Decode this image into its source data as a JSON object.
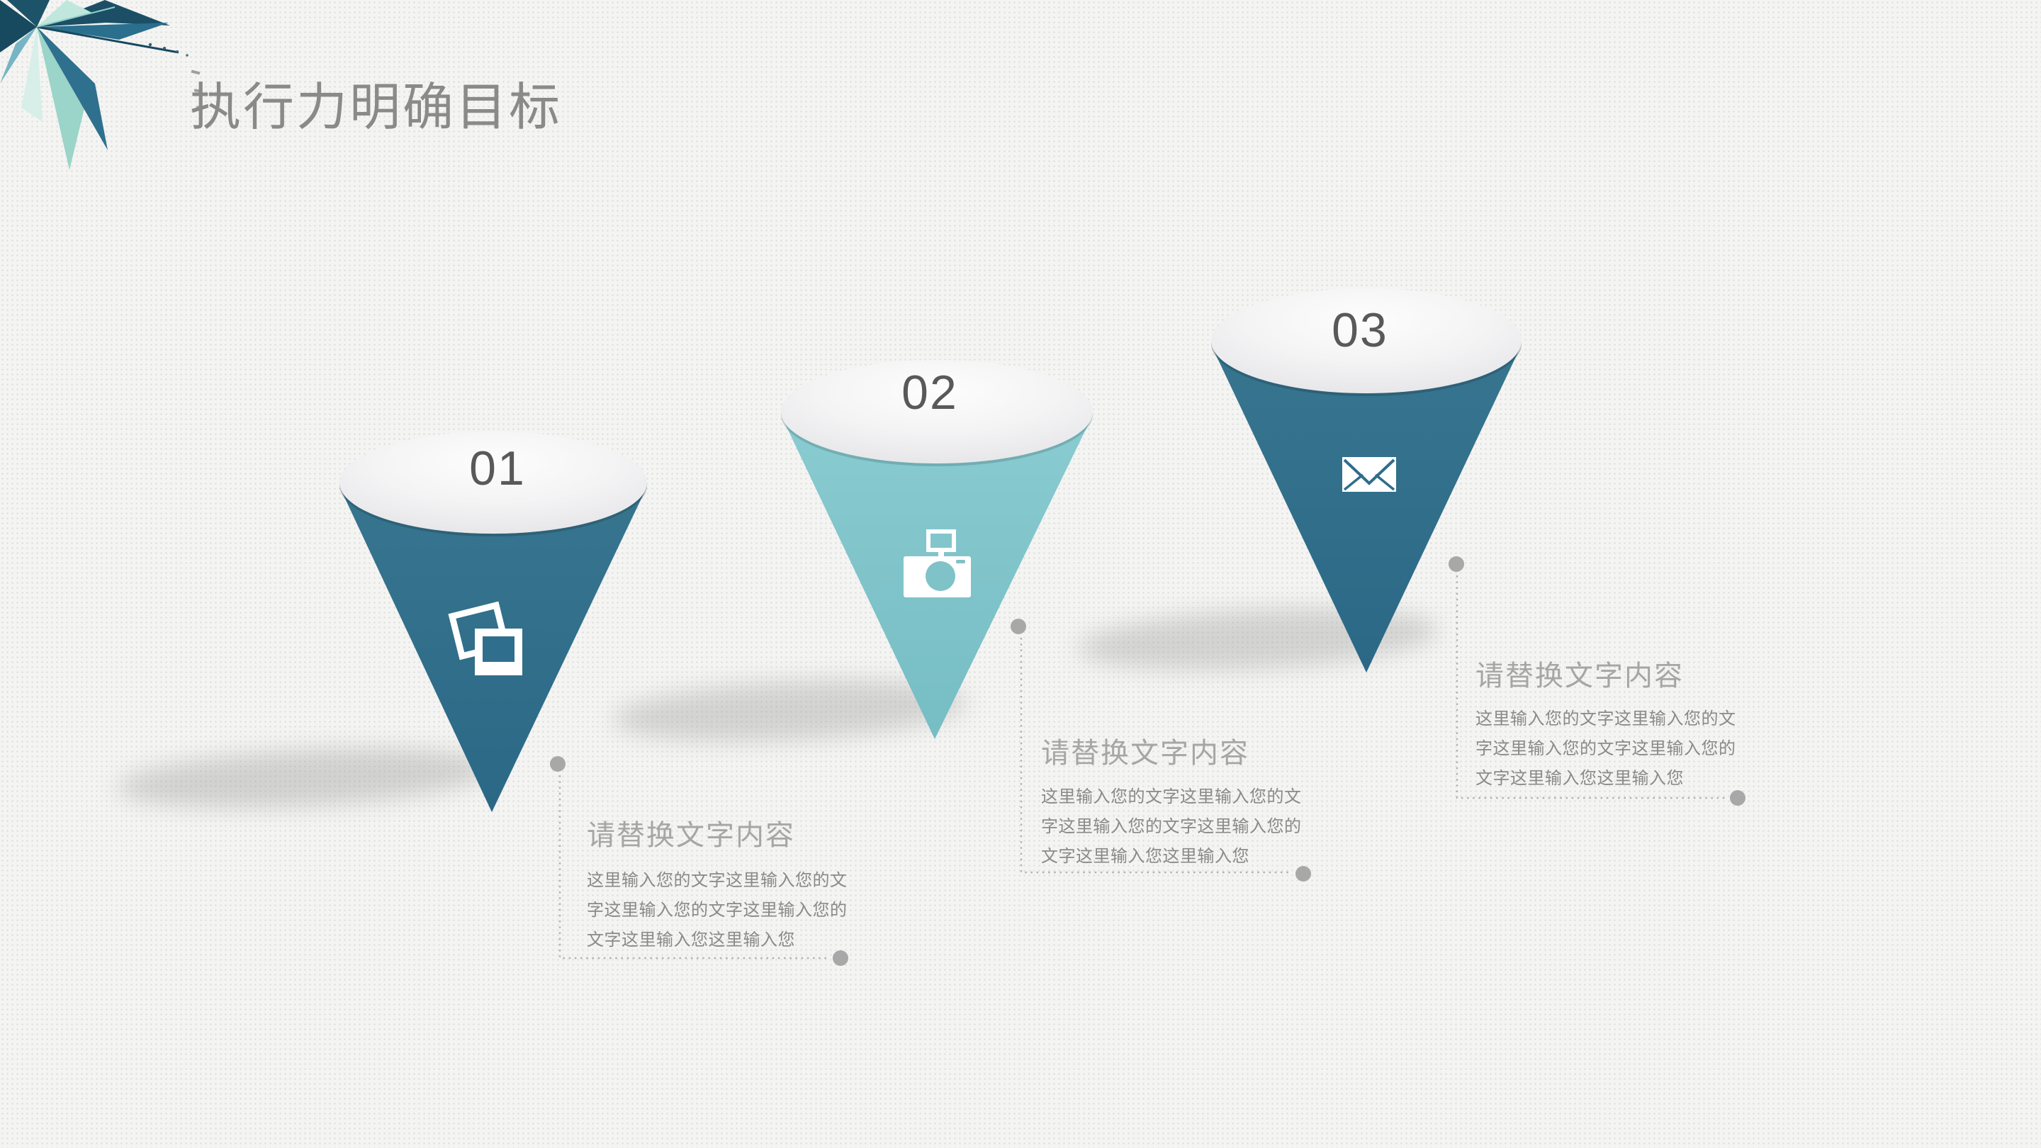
{
  "slide": {
    "title": "执行力明确目标",
    "colors": {
      "background": "#f4f4f2",
      "dot_grid": "#dcdcdc",
      "dark_cone": "#2f6f8d",
      "light_cone": "#7fc3c9",
      "number_text": "#595959",
      "title_text": "#8a8a8a",
      "heading_text": "#a6a6a6",
      "body_text": "#8a8a8a",
      "connector_gray": "#b0b0b0"
    },
    "decoration": "crystal-starburst",
    "items": [
      {
        "number": "01",
        "icon": "photos-icon",
        "heading": "请替换文字内容",
        "body": "这里输入您的文字这里输入您的文字这里输入您的文字这里输入您的文字这里输入您这里输入您"
      },
      {
        "number": "02",
        "icon": "camera-icon",
        "heading": "请替换文字内容",
        "body": "这里输入您的文字这里输入您的文字这里输入您的文字这里输入您的文字这里输入您这里输入您"
      },
      {
        "number": "03",
        "icon": "envelope-icon",
        "heading": "请替换文字内容",
        "body": "这里输入您的文字这里输入您的文字这里输入您的文字这里输入您的文字这里输入您这里输入您"
      }
    ]
  }
}
